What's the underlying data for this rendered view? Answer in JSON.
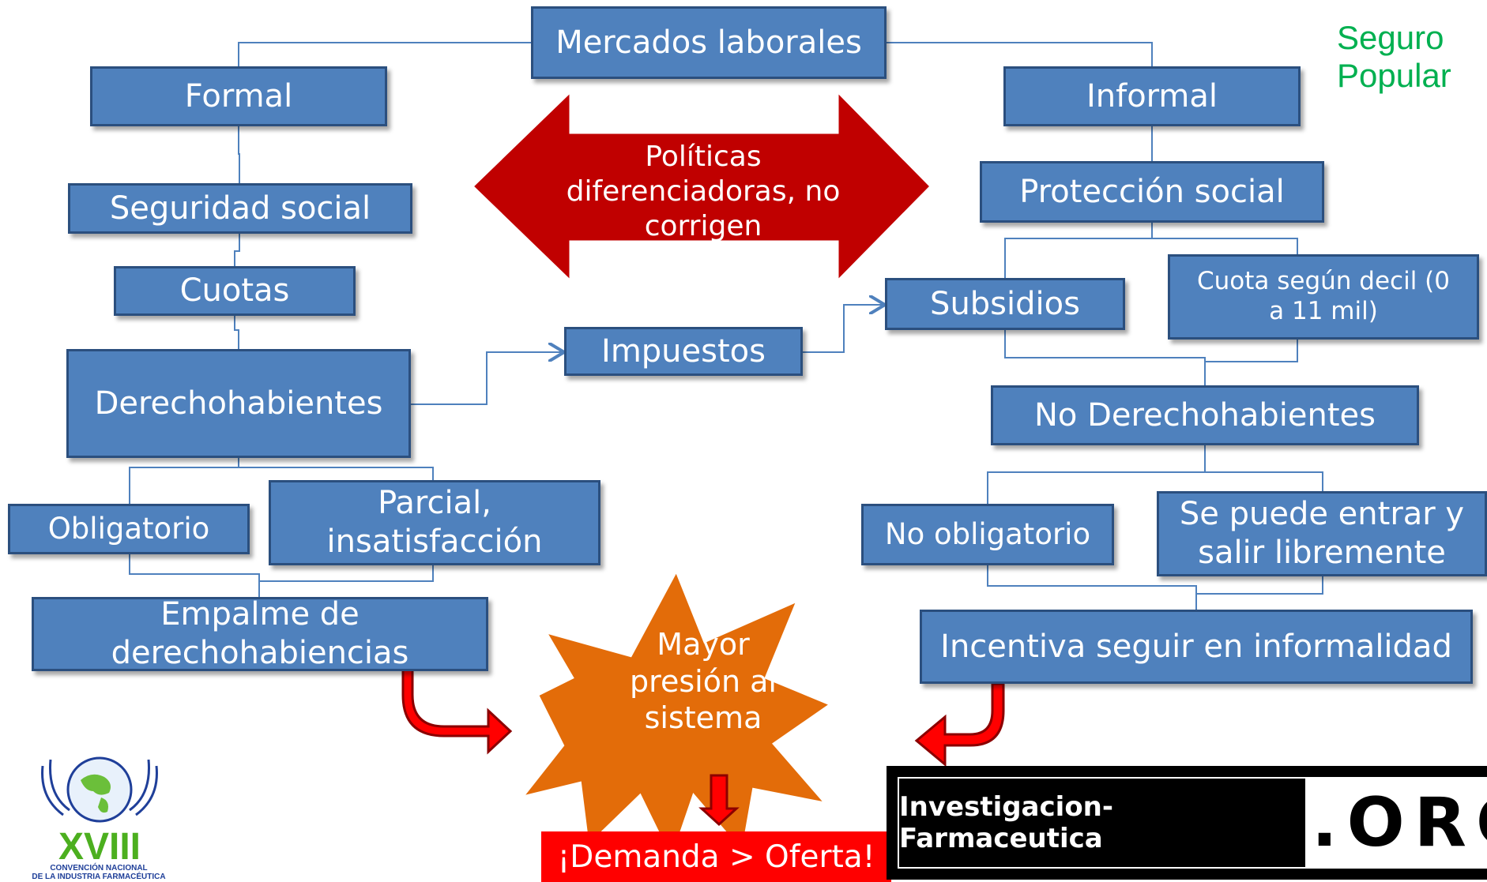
{
  "title": "Mercados laborales",
  "side_note": [
    "Seguro",
    "Popular"
  ],
  "center_arrow": [
    "Políticas",
    "diferenciadoras, no",
    "corrigen"
  ],
  "formal": {
    "root": "Formal",
    "seguridad": "Seguridad social",
    "cuotas": "Cuotas",
    "derechohabientes": "Derechohabientes",
    "obligatorio": "Obligatorio",
    "parcial": [
      "Parcial,",
      "insatisfacción"
    ],
    "empalme": [
      "Empalme de",
      "derechohabiencias"
    ]
  },
  "impuestos": "Impuestos",
  "informal": {
    "root": "Informal",
    "proteccion": "Protección social",
    "subsidios": "Subsidios",
    "cuota_decil": [
      "Cuota según decil (0",
      "a 11 mil)"
    ],
    "no_derechohabientes": "No Derechohabientes",
    "no_obligatorio": "No obligatorio",
    "entrar_salir": [
      "Se puede entrar y",
      "salir libremente"
    ],
    "incentiva": "Incentiva seguir en informalidad"
  },
  "starburst": [
    "Mayor",
    "presión al",
    "sistema"
  ],
  "demanda": "¡Demanda > Oferta!",
  "banner": {
    "left": "Investigacion-Farmaceutica",
    "right": ".ORG"
  },
  "logo": {
    "numeral": "XVIII",
    "caption": [
      "CONVENCIÓN NACIONAL",
      "DE LA INDUSTRIA FARMACÉUTICA"
    ]
  },
  "colors": {
    "box_fill": "#4f81bd",
    "box_border": "#2b4f7e",
    "arrow_red": "#c00000",
    "star_orange": "#e36c09",
    "seguro_green": "#00b050"
  }
}
